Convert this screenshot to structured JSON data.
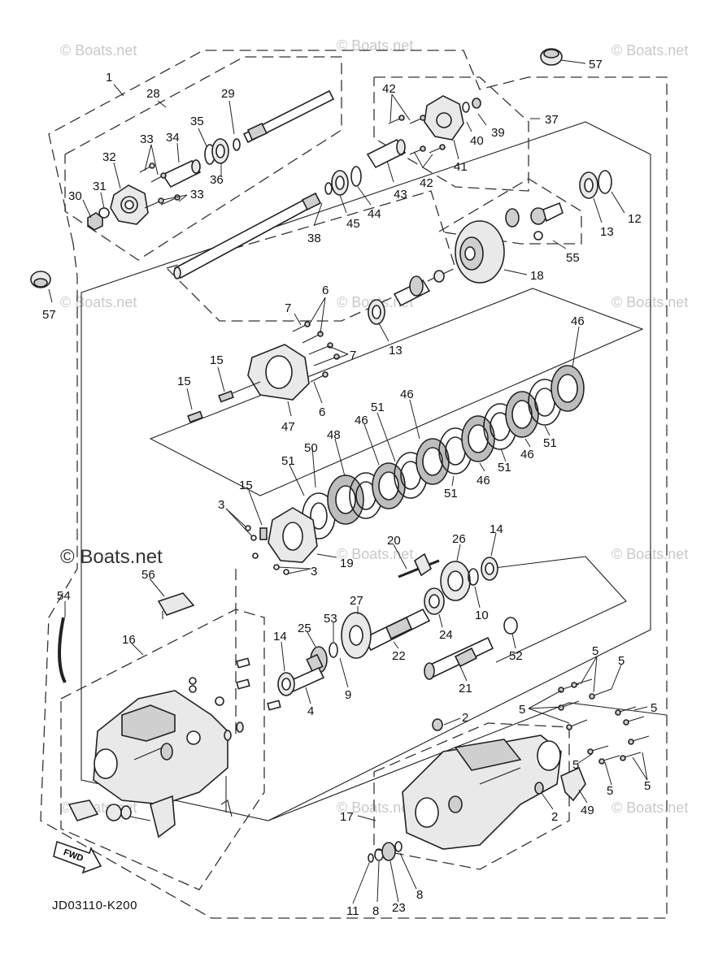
{
  "watermarks": {
    "site": "© Boats.net"
  },
  "diagram_code": "JD03110-K200",
  "fwd_label": "FWD",
  "callouts": {
    "c1": "1",
    "c28": "28",
    "c29": "29",
    "c33a": "33",
    "c34": "34",
    "c35": "35",
    "c32": "32",
    "c31": "31",
    "c30": "30",
    "c33b": "33",
    "c36": "36",
    "c57a": "57",
    "c42a": "42",
    "c40": "40",
    "c39": "39",
    "c37": "37",
    "c41": "41",
    "c43": "43",
    "c42b": "42",
    "c45": "45",
    "c44": "44",
    "c12": "12",
    "c13a": "13",
    "c38": "38",
    "c55": "55",
    "c18": "18",
    "c57b": "57",
    "c6a": "6",
    "c7a": "7",
    "c7b": "7",
    "c13b": "13",
    "c46a": "46",
    "c15a": "15",
    "c15b": "15",
    "c47": "47",
    "c6b": "6",
    "c46b": "46",
    "c51a": "51",
    "c46c": "46",
    "c48": "48",
    "c50": "50",
    "c51b": "51",
    "c51c": "51",
    "c46d": "46",
    "c51d": "51",
    "c46e": "46",
    "c51e": "51",
    "c3a": "3",
    "c15c": "15",
    "c19": "19",
    "c3b": "3",
    "c20": "20",
    "c26": "26",
    "c14a": "14",
    "c10": "10",
    "c54": "54",
    "c56": "56",
    "c27": "27",
    "c24": "24",
    "c16": "16",
    "c14b": "14",
    "c25": "25",
    "c53": "53",
    "c22": "22",
    "c52": "52",
    "c9": "9",
    "c4": "4",
    "c21": "21",
    "c5a": "5",
    "c5b": "5",
    "c5c": "5",
    "c5d": "5",
    "c2a": "2",
    "c5e": "5",
    "c5f": "5",
    "c5g": "5",
    "c49": "49",
    "c2b": "2",
    "c17": "17",
    "c11": "11",
    "c8a": "8",
    "c23": "23",
    "c8b": "8"
  }
}
